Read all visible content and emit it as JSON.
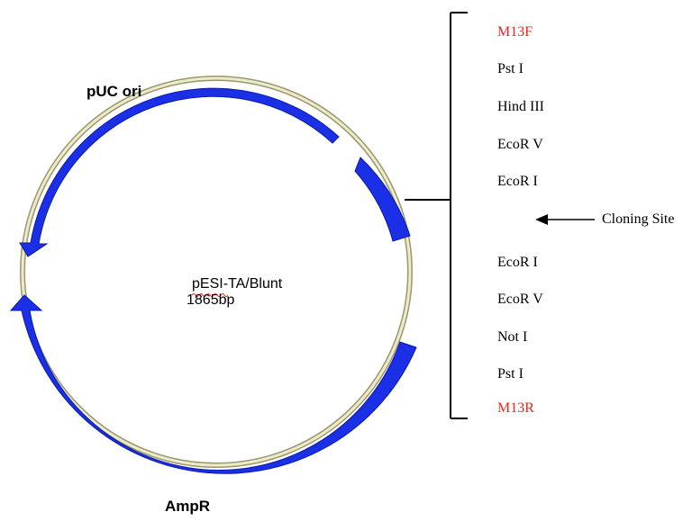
{
  "plasmid": {
    "name": "pESI-TA/Blunt",
    "size": "1865bp"
  },
  "features": {
    "puc_ori": "pUC ori",
    "ampr": "AmpR"
  },
  "cloning_site_label": "Cloning Site",
  "sites_upper": [
    {
      "label": "M13F",
      "color": "#e8261b"
    },
    {
      "label": "Pst I",
      "color": "#000000"
    },
    {
      "label": "Hind III",
      "color": "#000000"
    },
    {
      "label": "EcoR V",
      "color": "#000000"
    },
    {
      "label": "EcoR I",
      "color": "#000000"
    }
  ],
  "sites_lower": [
    {
      "label": "EcoR I",
      "color": "#000000"
    },
    {
      "label": "EcoR V",
      "color": "#000000"
    },
    {
      "label": "Not I",
      "color": "#000000"
    },
    {
      "label": "Pst I",
      "color": "#000000"
    },
    {
      "label": "M13R",
      "color": "#e8261b"
    }
  ],
  "colors": {
    "feature_blue": "#1a2fe6",
    "feature_dark": "#0c1aa8",
    "backbone": "#e6e3b8",
    "backbone_edge": "#9a9770"
  }
}
